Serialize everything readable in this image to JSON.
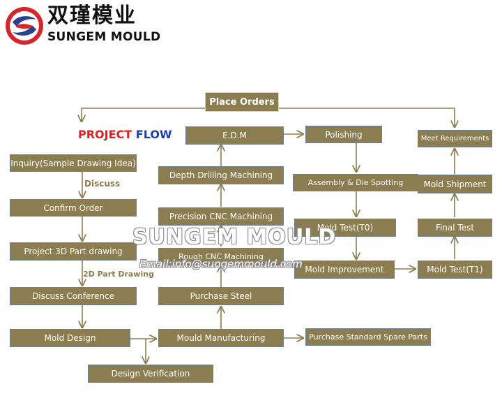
{
  "logo": {
    "chinese_name": "双瑾模业",
    "english_name": "SUNGEM MOULD",
    "colors": {
      "red": "#d7262b",
      "blue": "#2a3f8f"
    }
  },
  "title": {
    "word1": "PROJECT",
    "word2": "FLOW",
    "color1": "#e02020",
    "color2": "#1a3fb5"
  },
  "steps": {
    "place_orders": "Place Orders",
    "inquiry": "Inquiry(Sample Drawing Idea)",
    "confirm_order": "Confirm Order",
    "project_3d": "Project 3D Part drawing",
    "discuss_conference": "Discuss Conference",
    "mold_design": "Mold Design",
    "design_verification": "Design Verification",
    "mould_manufacturing": "Mould Manufacturing",
    "purchase_spare_parts": "Purchase Standard Spare Parts",
    "purchase_steel": "Purchase Steel",
    "rough_cnc": "Rough CNC Machining",
    "precision_cnc": "Precision CNC Machining",
    "depth_drilling": "Depth Drilling Machining",
    "edm": "E.D.M",
    "polishing": "Polishing",
    "assembly": "Assembly & Die Spotting",
    "mold_test_t0": "Mold Test(T0)",
    "mold_improvement": "Mold Improvement",
    "mold_test_t1": "Mold Test(T1)",
    "final_test": "Final Test",
    "mold_shipment": "Mold Shipment",
    "meet_requirements": "Meet Requirements"
  },
  "edge_labels": {
    "discuss": "Discuss",
    "part_drawing_2d": "2D Part Drawing"
  },
  "watermark": {
    "brand": "SUNGEM MOULD",
    "email": "Email:info@sungemmould.com"
  },
  "colors": {
    "box_fill": "#8b7d4f",
    "box_border": "#6b7f95",
    "arrow": "#8b7d4f"
  }
}
